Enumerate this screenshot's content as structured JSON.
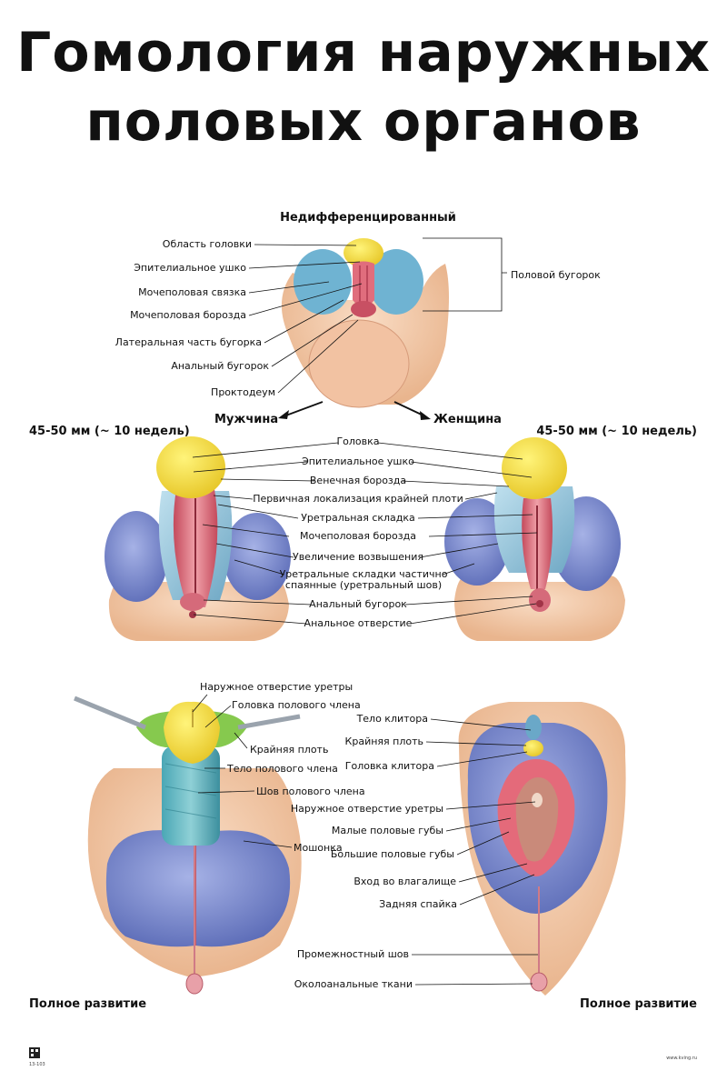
{
  "title": {
    "line1": "Гомология наружных",
    "line2": "половых органов"
  },
  "stage1": {
    "heading": "Недифференцированный",
    "labels": [
      "Область головки",
      "Эпителиальное ушко",
      "Мочеполовая связка",
      "Мочеполовая борозда",
      "Латеральная часть бугорка",
      "Анальный бугорок",
      "Проктодеум"
    ],
    "bracket": "Половой бугорок",
    "male": "Мужчина",
    "female": "Женщина"
  },
  "stage2": {
    "age_left": "45-50 мм (~ 10 недель)",
    "age_right": "45-50 мм (~ 10 недель)",
    "labels": [
      "Головка",
      "Эпителиальное ушко",
      "Венечная борозда",
      "Первичная локализация крайней плоти",
      "Уретральная складка",
      "Мочеполовая борозда",
      "Увеличение возвышения",
      "Уретральные складки частично",
      "спаянные (уретральный шов)",
      "Анальный бугорок",
      "Анальное отверстие"
    ]
  },
  "male_full": {
    "labels": [
      "Наружное отверстие уретры",
      "Головка полового члена",
      "Крайняя плоть",
      "Тело полового члена",
      "Шов полового члена",
      "Мошонка"
    ],
    "caption": "Полное развитие"
  },
  "female_full": {
    "labels": [
      "Тело клитора",
      "Крайняя плоть",
      "Головка клитора",
      "Наружное отверстие уретры",
      "Малые половые губы",
      "Большие половые губы",
      "Вход во влагалище",
      "Задняя спайка",
      "Промежностный шов",
      "Околоанальные ткани"
    ],
    "caption": "Полное развитие"
  },
  "footer": {
    "code": "13-103",
    "site": "www.kving.ru"
  },
  "colors": {
    "skin": "#f2c7a6",
    "glans": "#f5e04a",
    "fold": "#9ac7dd",
    "swelling": "#7f8fcf",
    "groove": "#d45a6a"
  }
}
